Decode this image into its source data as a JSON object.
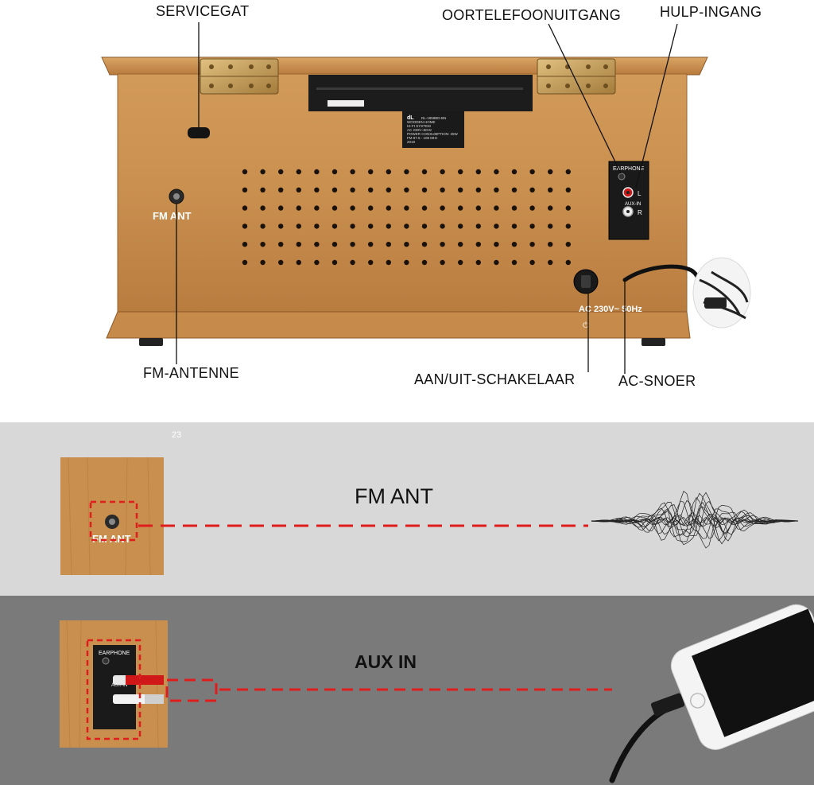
{
  "callouts": {
    "servicegat": "SERVICEGAT",
    "oortelefoon": "OORTELEFOONUITGANG",
    "hulp_ingang": "HULP-INGANG",
    "fm_antenne": "FM-ANTENNE",
    "aan_uit": "AAN/UIT-SCHAKELAAR",
    "ac_snoer": "AC-SNOER"
  },
  "device": {
    "fm_ant_label": "FM ANT",
    "earphone_label": "EARPHONE",
    "aux_in_label": "AUX-IN",
    "left_label": "L",
    "right_label": "R",
    "power_rating": "AC 230V~ 50Hz",
    "spec_label_lines": [
      "DL-1859BD-BN",
      "WOODEN HOME",
      "HI-FI SYSTEM",
      "AC 230V~50Hz",
      "POWER CONSUMPTION: 25W",
      "FM 87.5 - 108 MHz",
      "2019"
    ],
    "brand": "dL"
  },
  "bands": {
    "page_number": "23",
    "fm_title": "FM ANT",
    "aux_title": "AUX IN",
    "crop_fm_label": "FM ANT",
    "crop_earphone_label": "EARPHONE",
    "crop_aux_label": "AUX-IN"
  },
  "colors": {
    "wood": "#c98f4f",
    "wood_dark": "#a66c32",
    "band_light": "#d8d8d8",
    "band_dark": "#7a7a7a",
    "dash_red": "#e01d1d",
    "panel_black": "#1a1a1a"
  }
}
